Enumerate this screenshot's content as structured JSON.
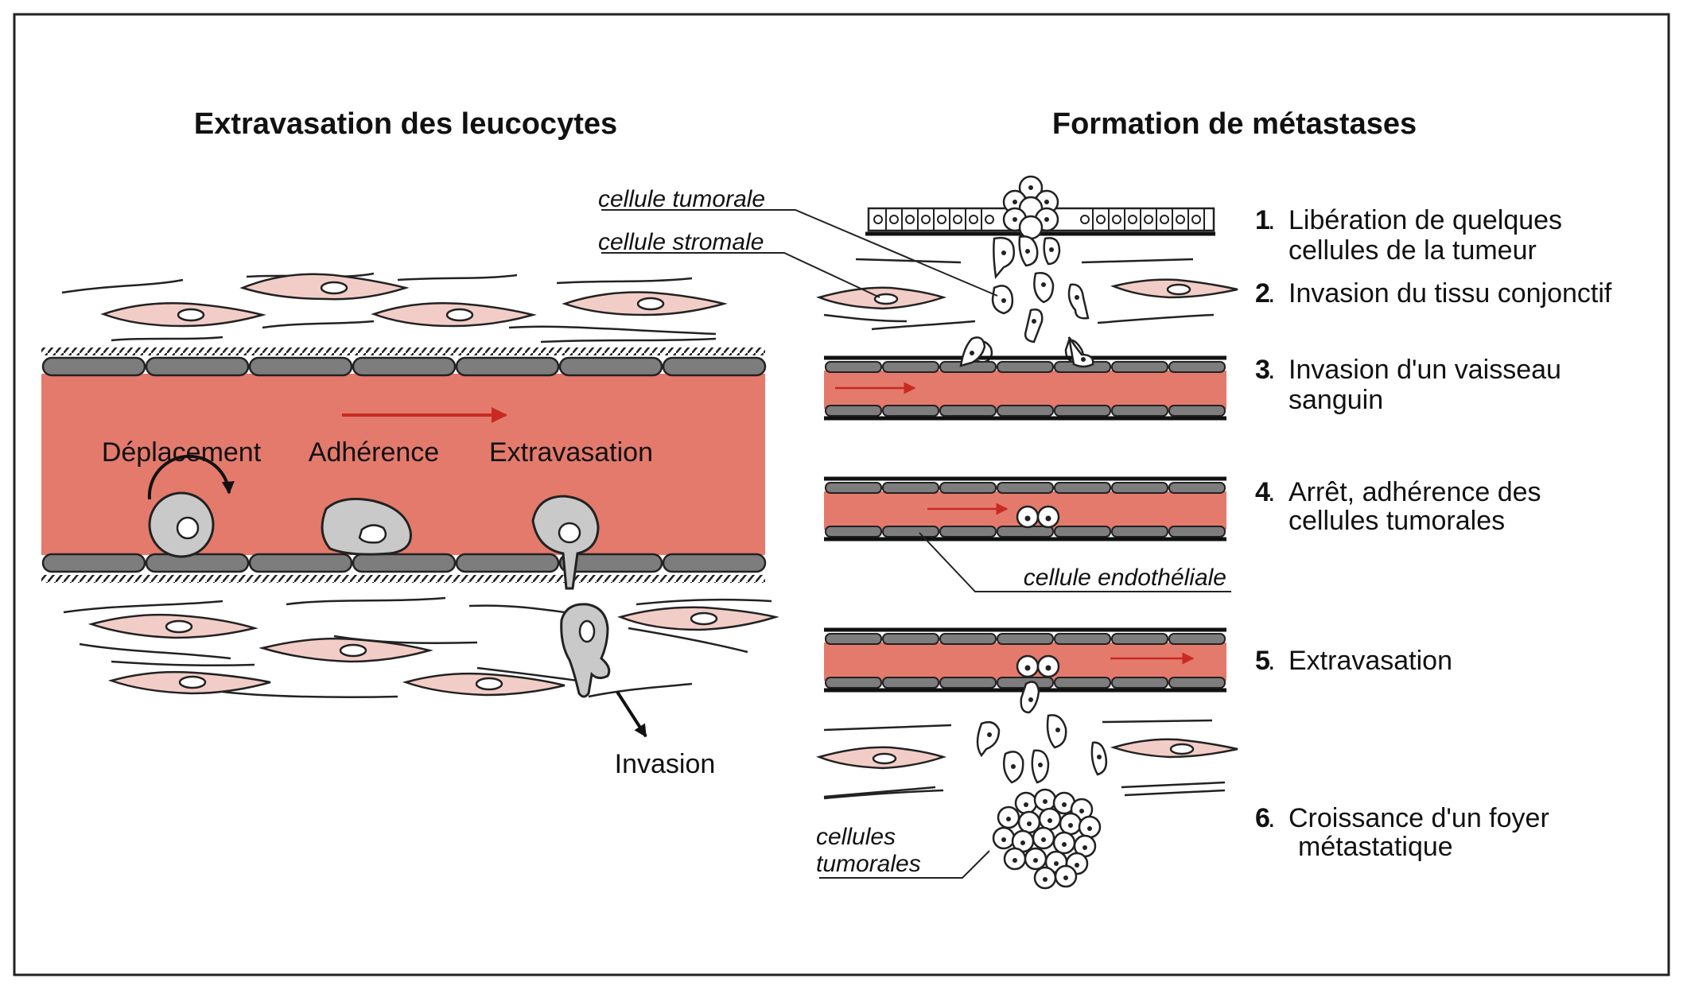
{
  "left_panel": {
    "title": "Extravasation des leucocytes",
    "labels": {
      "deplacement": "Déplacement",
      "adherence": "Adhérence",
      "extravasation": "Extravasation",
      "invasion": "Invasion"
    }
  },
  "right_panel": {
    "title": "Formation de métastases",
    "callouts": {
      "cellule_tumorale": "cellule tumorale",
      "cellule_stromale": "cellule stromale",
      "cellule_endotheliale": "cellule endothéliale",
      "cellules": "cellules",
      "tumorales": "tumorales"
    },
    "steps": [
      {
        "num": "1",
        "lines": [
          "Libération de quelques",
          "cellules de la tumeur"
        ]
      },
      {
        "num": "2",
        "lines": [
          "Invasion du tissu conjonctif"
        ]
      },
      {
        "num": "3",
        "lines": [
          "Invasion d'un vaisseau",
          "sanguin"
        ]
      },
      {
        "num": "4",
        "lines": [
          "Arrêt, adhérence des",
          "cellules tumorales"
        ]
      },
      {
        "num": "5",
        "lines": [
          "Extravasation"
        ]
      },
      {
        "num": "6",
        "lines": [
          "Croissance d'un foyer",
          "métastatique"
        ]
      }
    ]
  },
  "colors": {
    "vessel_fill": "#e47a6c",
    "stromal_fill": "#f2cdc7",
    "endothelium": "#7d7d7d",
    "leucocyte": "#c9c9c9",
    "arrow_red": "#c82a22"
  }
}
